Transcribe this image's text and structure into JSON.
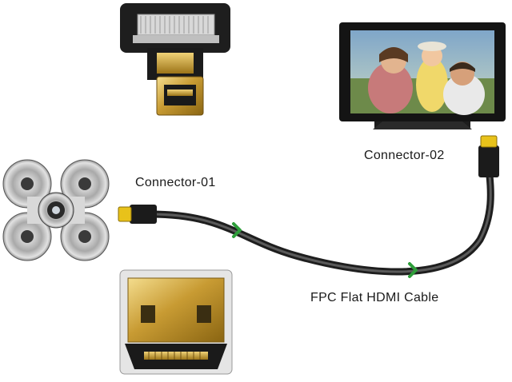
{
  "labels": {
    "connector_01": "Connector-01",
    "connector_02": "Connector-02",
    "cable": "FPC Flat HDMI Cable"
  },
  "colors": {
    "cable": "#3a3a3a",
    "cable_arrow": "#2e9e3a",
    "gold": "#d9b24a",
    "plug_yellow": "#e8c21a",
    "bracket_black": "#202020"
  },
  "icons": [
    "fpc-adapter-icon",
    "micro-hdmi-plug-icon",
    "tv-monitor-icon",
    "drone-gimbal-icon",
    "hdmi-female-socket-icon"
  ]
}
